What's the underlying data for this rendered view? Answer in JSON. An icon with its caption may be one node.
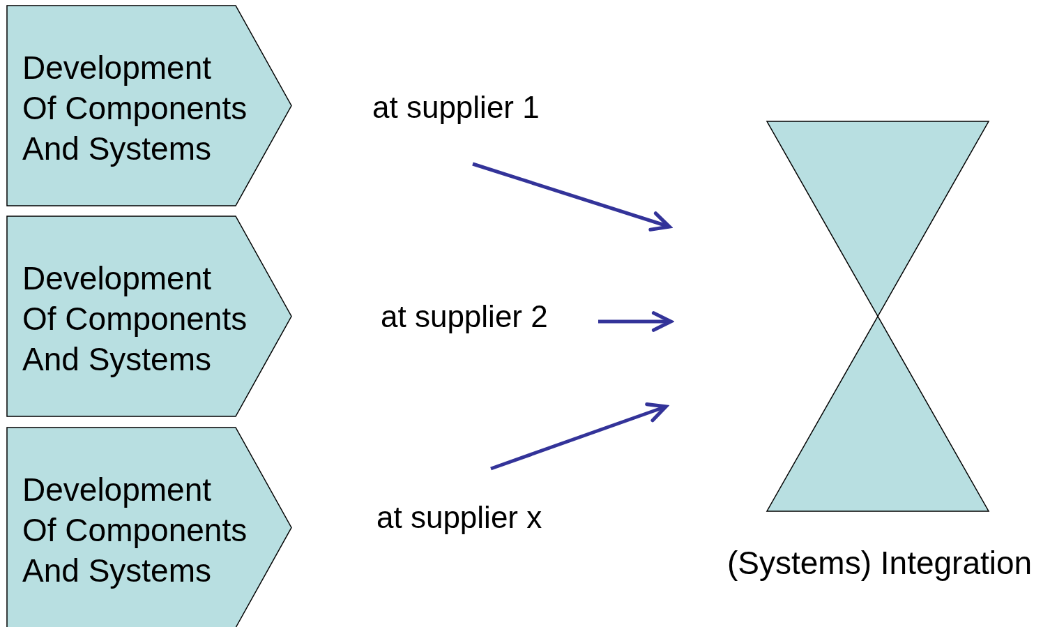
{
  "diagram": {
    "nodes": [
      {
        "text": [
          "Development Of Components And Systems"
        ]
      },
      {
        "text": [
          "Development Of Components And Systems"
        ]
      },
      {
        "text": [
          "Development Of Components And Systems"
        ]
      },
      {
        "text": [],
        "shape": "hourglass",
        "beside": [
          "(Systems) Integration"
        ]
      }
    ],
    "labels": [
      "at supplier 1",
      "at supplier 2",
      "at supplier x"
    ]
  }
}
